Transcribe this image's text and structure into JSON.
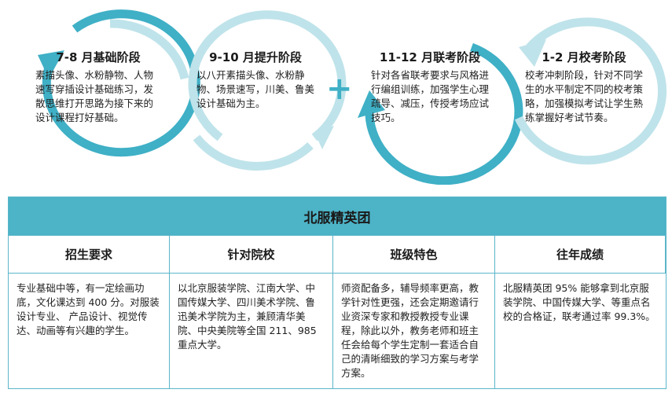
{
  "stages": [
    {
      "title": "7-8 月基础阶段",
      "body": "素描头像、水粉静物、人物速写穿插设计基础练习，发散思维打开思路为接下来的设计课程打好基础。"
    },
    {
      "title": "9-10 月提升阶段",
      "body": "以八开素描头像、水粉静物、场景速写，川美、鲁美设计基础为主。"
    },
    {
      "title": "11-12 月联考阶段",
      "body": "针对各省联考要求与风格进行编组训练，加强学生心理疏导、减压，传授考场应试技巧。"
    },
    {
      "title": "1-2 月校考阶段",
      "body": "校考冲刺阶段，针对不同学生的水平制定不同的校考策略，加强模拟考试让学生熟练掌握好考试节奏。"
    }
  ],
  "plus_symbol": "+",
  "table": {
    "banner": "北服精英团",
    "headers": [
      "招生要求",
      "针对院校",
      "班级特色",
      "往年成绩"
    ],
    "cells": [
      "专业基础中等，有一定绘画功底，文化课达到 400 分。对服装设计专业、 产品设计、视觉传达、动画等有兴趣的学生。",
      "以北京服装学院、江南大学、中国传媒大学、四川美术学院、鲁迅美术学院为主，兼顾清华美院、中央美院等全国 211、985 重点大学。",
      "师资配备多，辅导频率更高，教学针对性更强，还会定期邀请行业资深专家和教授教授专业课程，除此以外，教务老师和班主任会给每个学生定制一套适合自己的清晰细致的学习方案与考学方案。",
      "北服精英团 95% 能够拿到北京服装学院、中国传媒大学、等重点名校的合格证，联考通过率 99.3%。"
    ]
  },
  "colors": {
    "accent": "#4db3c7",
    "ring_light": "#bfe3ea",
    "ring_dark": "#3fb0c6"
  }
}
